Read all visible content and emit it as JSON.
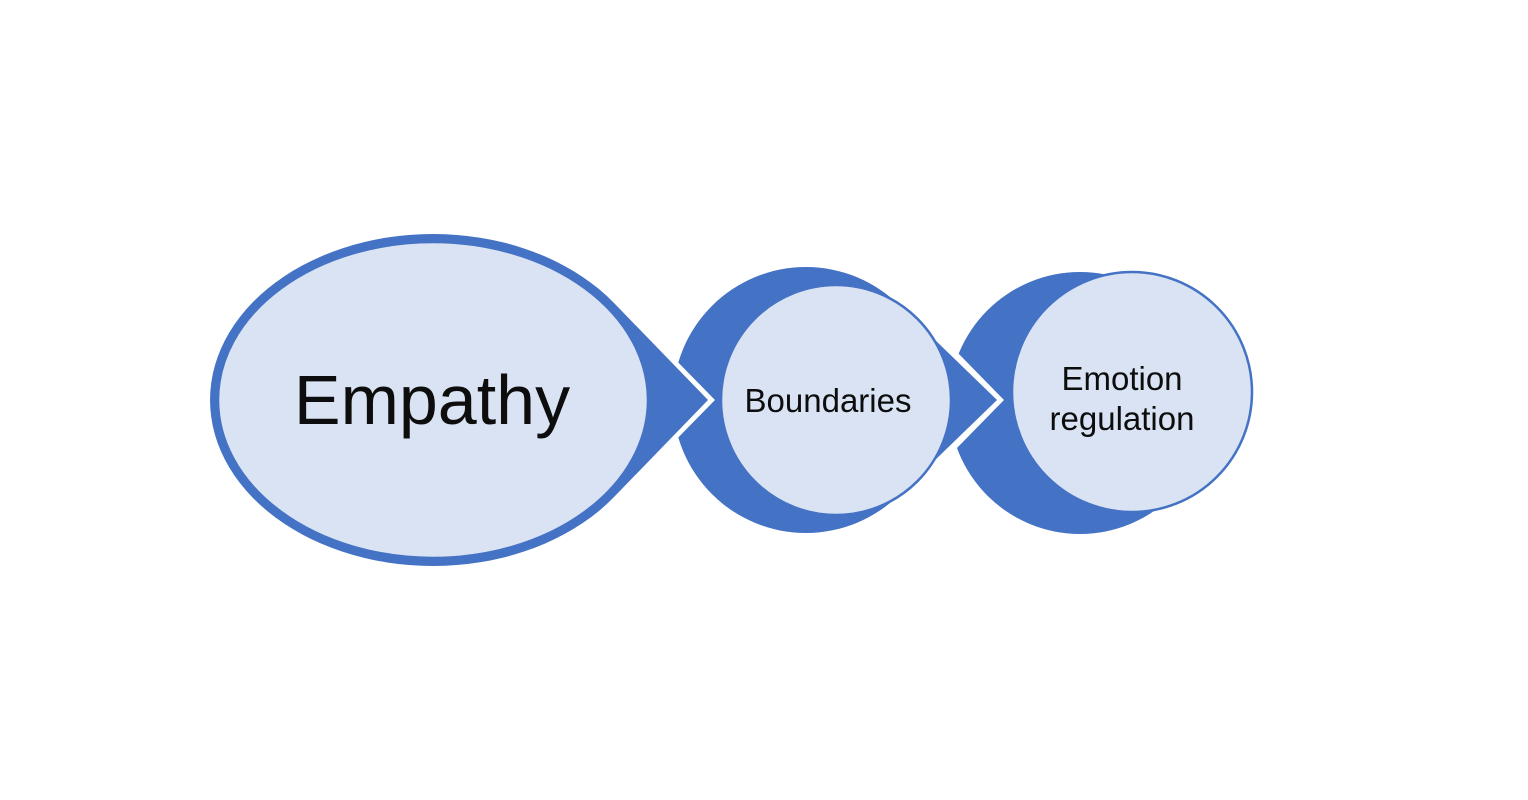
{
  "diagram": {
    "kind": "process-flow",
    "background_color": "#ffffff",
    "accent_dark": "#4472c4",
    "accent_light": "#dae3f3",
    "outline_color": "#4472c4",
    "text_color": "#0d0d0d",
    "nodes": [
      {
        "id": "step-1",
        "label": "Empathy"
      },
      {
        "id": "step-2",
        "label": "Boundaries"
      },
      {
        "id": "step-3",
        "label": "Emotion regulation",
        "line1": "Emotion",
        "line2": "regulation"
      }
    ],
    "connector_style": "chevron-arrow-with-white-gap"
  }
}
